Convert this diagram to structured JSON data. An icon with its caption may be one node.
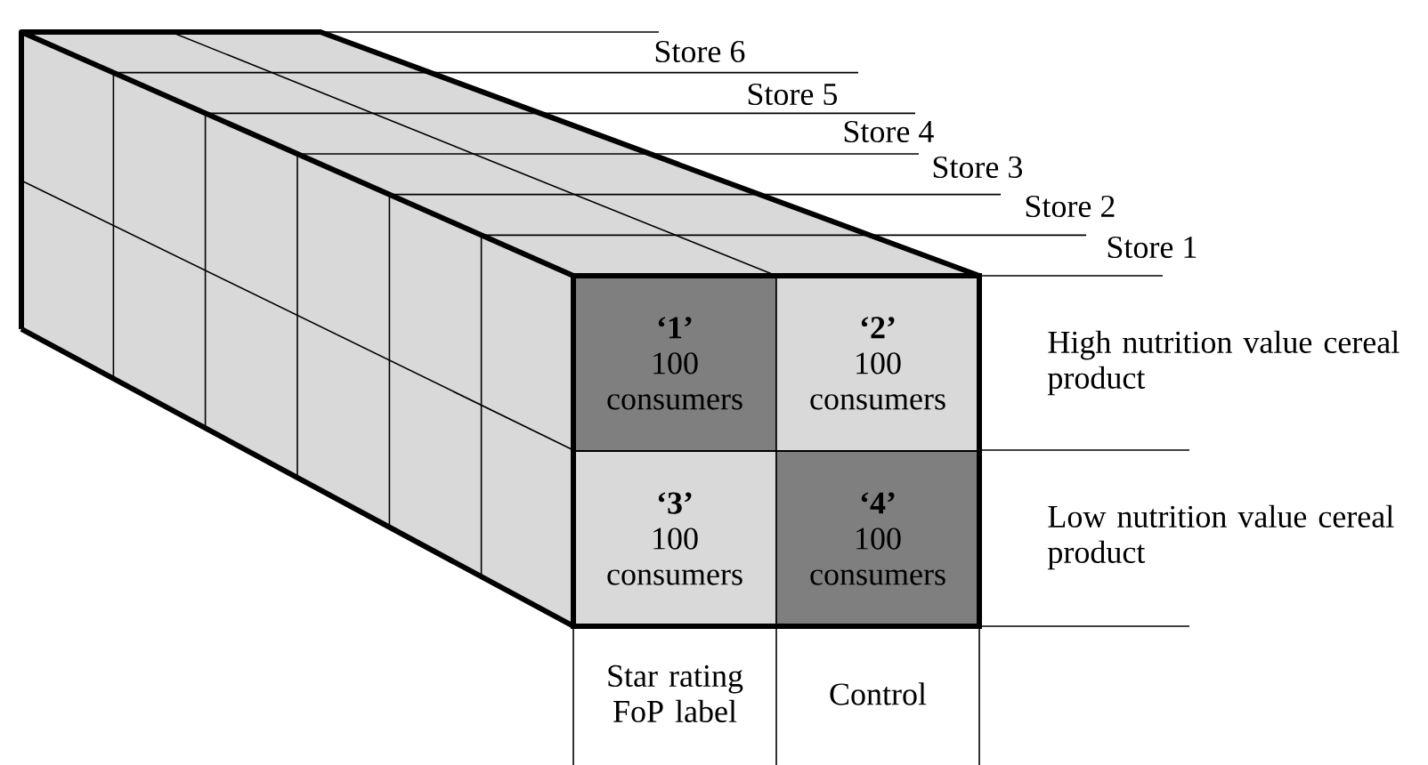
{
  "diagram": {
    "nodes": [
      {
        "text": [
          "‘1’",
          "100 consumers"
        ]
      },
      {
        "text": [
          "‘2’",
          "100 consumers"
        ]
      },
      {
        "text": [
          "‘3’",
          "100 consumers"
        ]
      },
      {
        "text": [
          "‘4’",
          "100 consumers"
        ]
      },
      {
        "text": [
          "Star rating FoP label"
        ]
      },
      {
        "text": [
          "Control"
        ]
      }
    ],
    "labels": [
      "Store 6",
      "Store 5",
      "Store 4",
      "Store 3",
      "Store 2",
      "Store 1",
      "High nutrition value cereal product",
      "Low nutrition value cereal product"
    ]
  }
}
